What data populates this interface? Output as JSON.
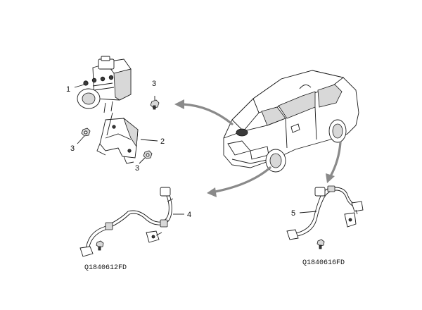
{
  "callouts": {
    "c1": "1",
    "c2": "2",
    "c3a": "3",
    "c3b": "3",
    "c3c": "3",
    "c4": "4",
    "c5": "5"
  },
  "figure_codes": {
    "front": "Q1840612FD",
    "rear": "Q1840616FD"
  },
  "colors": {
    "line": "#1a1a1a",
    "arrow": "#8a8a8a",
    "background": "#ffffff"
  }
}
